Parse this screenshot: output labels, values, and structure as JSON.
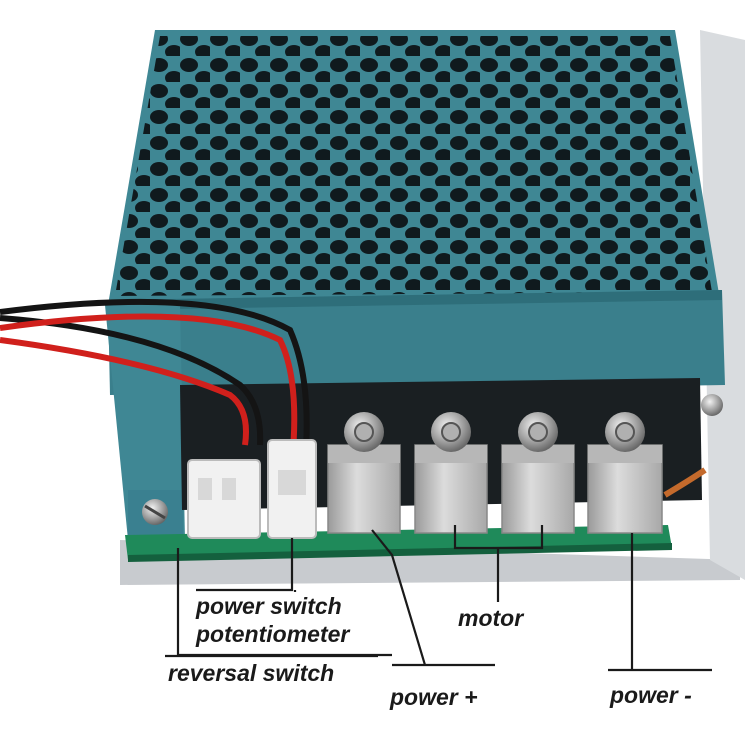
{
  "labels": {
    "power_switch": "power switch",
    "potentiometer": "potentiometer",
    "reversal_switch": "reversal switch",
    "motor": "motor",
    "power_plus": "power +",
    "power_minus": "power -"
  },
  "colors": {
    "enclosure": "#3f8794",
    "enclosure_dark": "#2e6e7a",
    "pcb": "#1f8a5a",
    "terminal": "#c9c9c9",
    "connector": "#f1f1f1",
    "wire_red": "#d0201c",
    "wire_black": "#141414"
  }
}
